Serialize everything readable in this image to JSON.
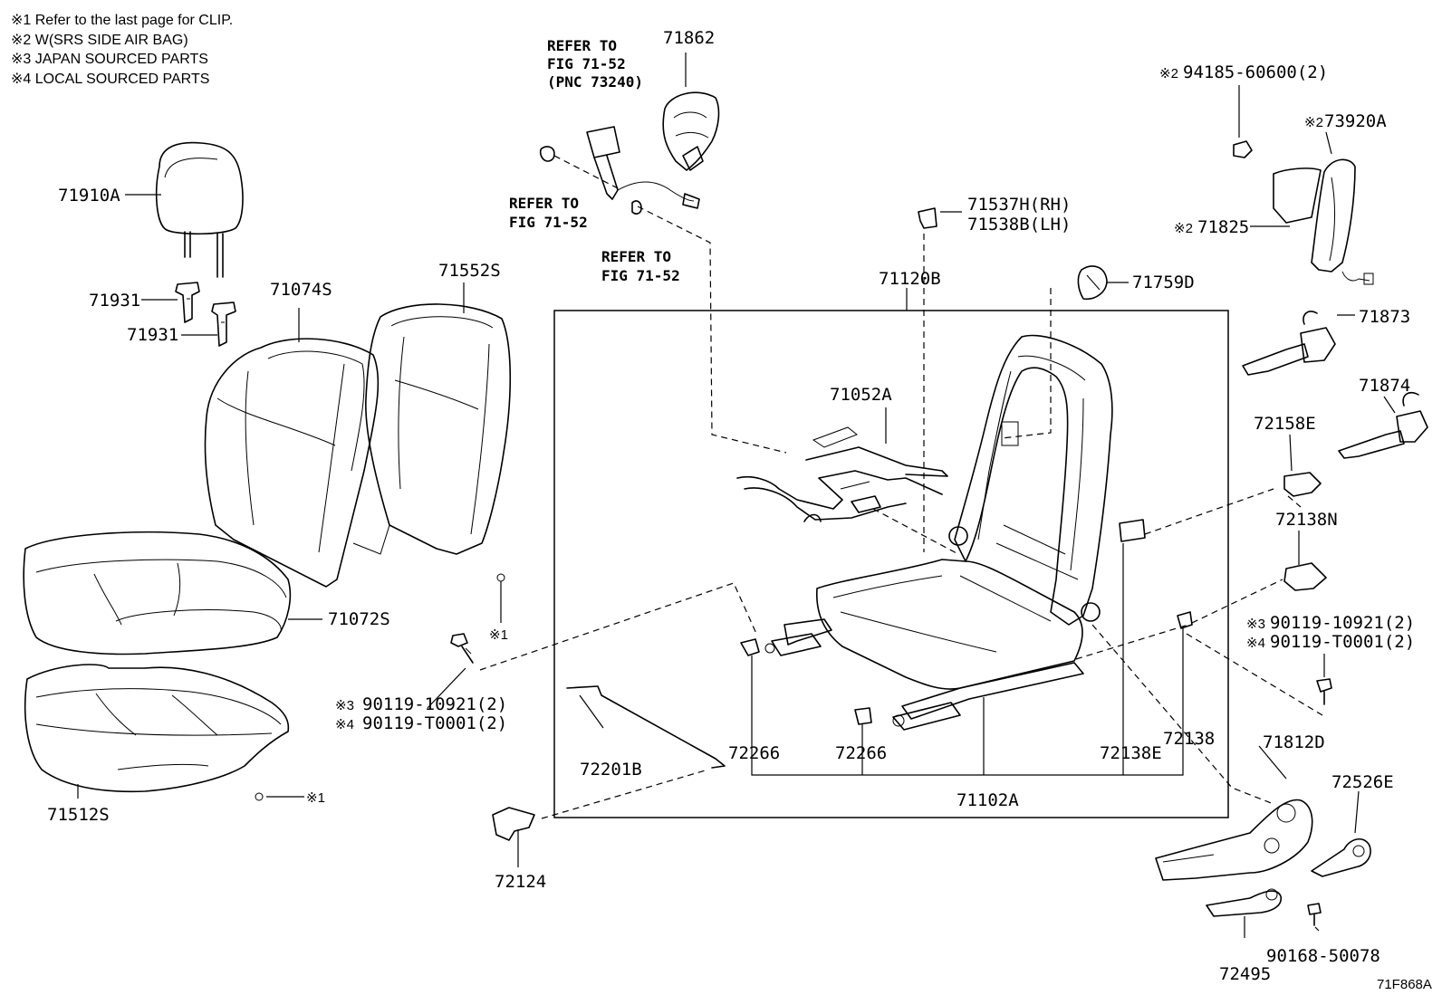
{
  "notes": [
    "※1  Refer to the last page for CLIP.",
    "※2  W(SRS SIDE AIR BAG)",
    "※3  JAPAN SOURCED PARTS",
    "※4  LOCAL SOURCED PARTS"
  ],
  "refer": {
    "upper": [
      "REFER TO",
      "FIG 71-52",
      "(PNC 73240)"
    ],
    "left": [
      "REFER TO",
      "FIG 71-52"
    ],
    "mid": [
      "REFER TO",
      "FIG 71-52"
    ]
  },
  "parts": {
    "p71862": "71862",
    "p71910a": "71910A",
    "p71931a": "71931",
    "p71931b": "71931",
    "p71074s": "71074S",
    "p71552s": "71552S",
    "p71072s": "71072S",
    "p71512s": "71512S",
    "p71537h": "71537H(RH)",
    "p71538b": "71538B(LH)",
    "p71120b": "71120B",
    "p71759d": "71759D",
    "p71052a": "71052A",
    "p94185": "94185-60600(2)",
    "p73920a": "73920A",
    "p71825": "71825",
    "p71873": "71873",
    "p71874": "71874",
    "p72158e": "72158E",
    "p72138n": "72138N",
    "p90119a_r": "90119-10921(2)",
    "p90119b_r": "90119-T0001(2)",
    "p90119a_l": "90119-10921(2)",
    "p90119b_l": "90119-T0001(2)",
    "p72201b": "72201B",
    "p72266a": "72266",
    "p72266b": "72266",
    "p72138e": "72138E",
    "p72138": "72138",
    "p71102a": "71102A",
    "p71812d": "71812D",
    "p72526e": "72526E",
    "p72124": "72124",
    "p72495": "72495",
    "p90168": "90168-50078"
  },
  "marks": {
    "m1": "※1",
    "m2": "※2",
    "m3": "※3",
    "m4": "※4"
  },
  "figure_id": "71F868A"
}
